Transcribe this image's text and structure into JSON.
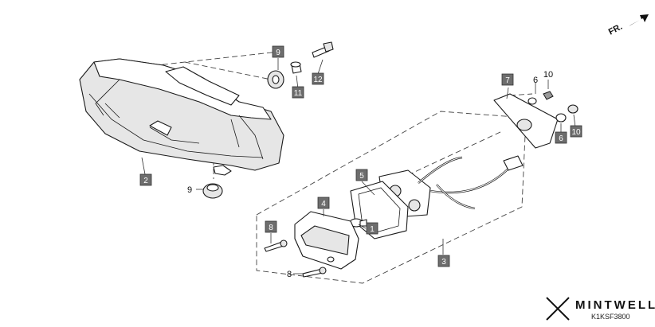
{
  "diagram": {
    "direction_marker": "FR.",
    "diagram_code": "K1KSF3800",
    "brand": {
      "name": "MINTWELL"
    },
    "callouts": [
      {
        "id": "c1",
        "label": "1",
        "style": "boxed"
      },
      {
        "id": "c2",
        "label": "2",
        "style": "boxed"
      },
      {
        "id": "c3",
        "label": "3",
        "style": "boxed"
      },
      {
        "id": "c4",
        "label": "4",
        "style": "boxed"
      },
      {
        "id": "c5",
        "label": "5",
        "style": "boxed"
      },
      {
        "id": "c6a",
        "label": "6",
        "style": "plain"
      },
      {
        "id": "c6b",
        "label": "6",
        "style": "boxed"
      },
      {
        "id": "c7",
        "label": "7",
        "style": "boxed"
      },
      {
        "id": "c8a",
        "label": "8",
        "style": "boxed"
      },
      {
        "id": "c8b",
        "label": "8",
        "style": "plain"
      },
      {
        "id": "c9a",
        "label": "9",
        "style": "boxed"
      },
      {
        "id": "c9b",
        "label": "9",
        "style": "plain"
      },
      {
        "id": "c10a",
        "label": "10",
        "style": "plain"
      },
      {
        "id": "c10b",
        "label": "10",
        "style": "boxed"
      },
      {
        "id": "c11",
        "label": "11",
        "style": "boxed"
      },
      {
        "id": "c12",
        "label": "12",
        "style": "boxed"
      }
    ]
  }
}
